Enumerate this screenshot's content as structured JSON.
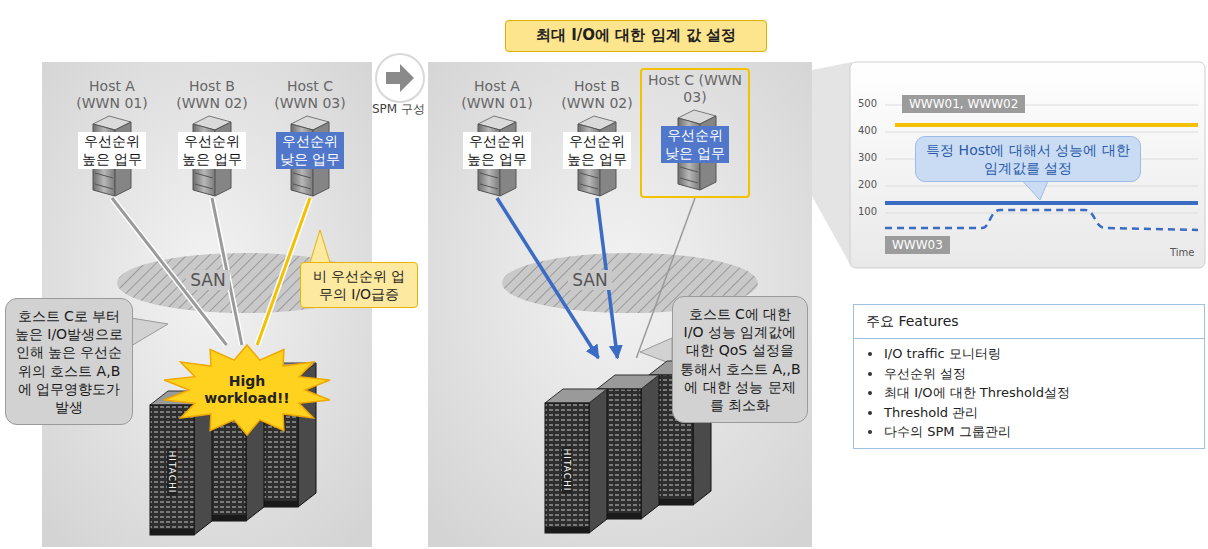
{
  "diagram": {
    "nodes": [
      {
        "text": [
          "Host A (WWN 01)",
          "우선순위 높은 업무"
        ]
      },
      {
        "text": [
          "Host B (WWN 02)",
          "우선순위 높은 업무"
        ]
      },
      {
        "text": [
          "Host C (WWN 03)",
          "우선순위 낮은 업무"
        ]
      },
      {
        "text": [
          "SAN"
        ]
      },
      {
        "text": [
          "High workload!!"
        ]
      },
      {
        "text": [
          "비 우선순위 업무의 I/O급증"
        ]
      },
      {
        "text": [
          "호스트 C로 부터 높은 I/O발생으로 인해 높은 우선순위의 호스트 A,B에 업무영향도가 발생"
        ]
      },
      {
        "text": [
          "최대 I/O에 대한 임계 값 설정"
        ]
      },
      {
        "text": [
          "Host A (WWN 01)",
          "우선순위 높은 업무"
        ]
      },
      {
        "text": [
          "Host B (WWN 02)",
          "우선순위 높은 업무"
        ]
      },
      {
        "text": [
          "Host C (WWN 03)",
          "우선순위 낮은 업무"
        ]
      },
      {
        "text": [
          "SAN"
        ]
      },
      {
        "text": [
          "HITACHI"
        ]
      },
      {
        "text": [
          "호스트 C에 대한 I/O 성능 임계값에 대한 QoS 설정을 통해서 호스트 A,,B에 대한 성능 문제를 최소화"
        ]
      },
      {
        "text": [
          "WWW01, WWW02"
        ]
      },
      {
        "text": [
          "특정 Host에 대해서 성능에 대한 임계값를 설정"
        ]
      },
      {
        "text": [
          "WWW03"
        ]
      },
      {
        "text": [
          "주요 Features",
          "I/O traffic 모니터링",
          "우선순위 설정",
          "최대 I/O에 대한 Threshold설정",
          "Threshold 관리",
          "다수의 SPM 그룹관리"
        ]
      }
    ],
    "edges": [
      {
        "from": 0,
        "to": 4,
        "arrow": "none"
      },
      {
        "from": 1,
        "to": 4,
        "arrow": "none"
      },
      {
        "from": 2,
        "to": 4,
        "arrow": "none"
      },
      {
        "from": 8,
        "to": 12,
        "arrow": "to"
      },
      {
        "from": 9,
        "to": 12,
        "arrow": "to"
      },
      {
        "from": 10,
        "to": 12,
        "arrow": "none"
      }
    ],
    "labels": [
      "SPM 구성",
      "HITACHI",
      "500",
      "400",
      "300",
      "200",
      "100",
      "Time"
    ]
  }
}
